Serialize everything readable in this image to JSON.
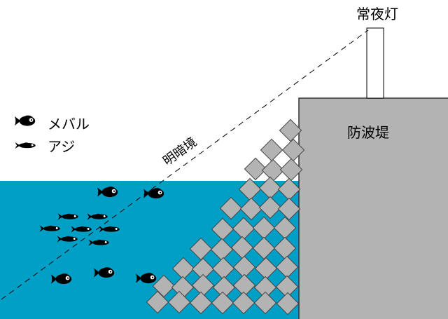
{
  "labels": {
    "light": "常夜灯",
    "breakwater": "防波堤",
    "boundary": "明暗境"
  },
  "legend": [
    {
      "label": "メバル",
      "icon": "mebaru-fish-icon"
    },
    {
      "label": "アジ",
      "icon": "aji-fish-icon"
    }
  ],
  "colors": {
    "water": "#009fc6",
    "breakwater": "#b3b3b3",
    "block": "#b3b3b3",
    "fish": "#000000",
    "outline": "#444444"
  }
}
